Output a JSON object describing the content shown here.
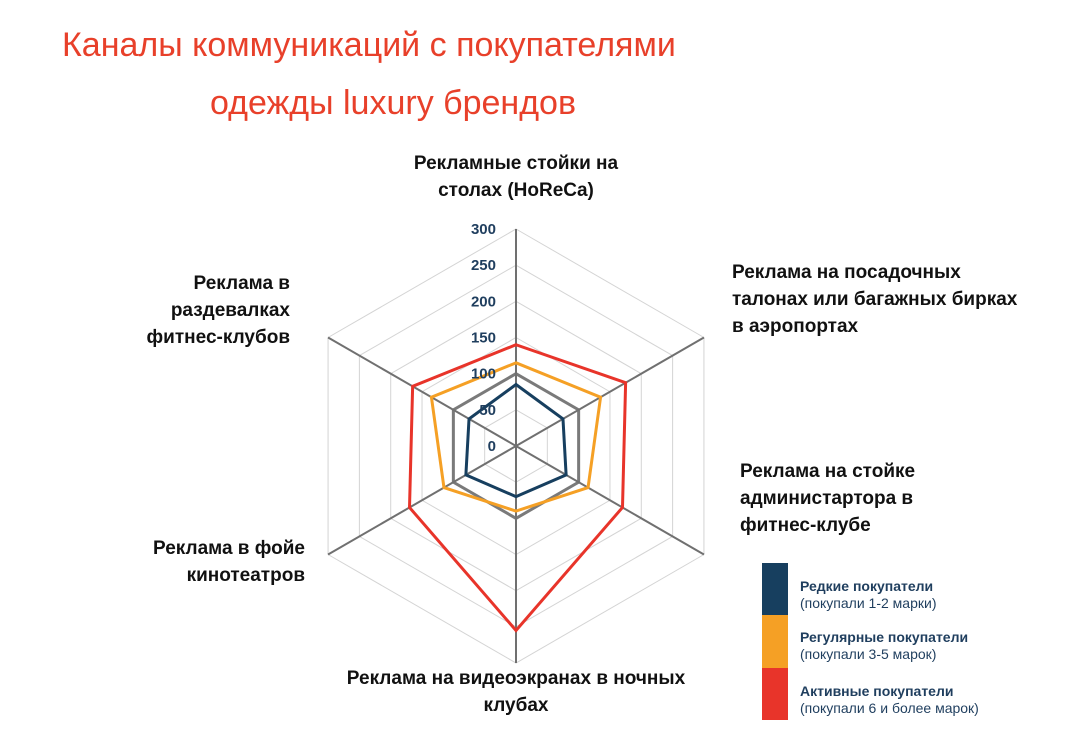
{
  "chart_data": {
    "type": "radar",
    "title_lines": [
      "Каналы коммуникаций с покупателями",
      "одежды luxury брендов"
    ],
    "categories": [
      "Рекламные стойки на столах (HoReCa)",
      "Реклама на посадочных талонах или багажных бирках в аэропортах",
      "Реклама на стойке администартора в фитнес-клубе",
      "Реклама на видеоэкранах в ночных клубах",
      "Реклама в фойе кинотеатров",
      "Реклама в раздевалках фитнес-клубов"
    ],
    "rlim": [
      0,
      300
    ],
    "ticks": [
      "0",
      "50",
      "100",
      "150",
      "200",
      "250",
      "300"
    ],
    "grid": true,
    "legend_position": "bottom-right",
    "series": [
      {
        "name": "Редкие покупатели",
        "note": "(покупали 1-2 марки)",
        "color": "#173f5f",
        "values": [
          85,
          75,
          80,
          70,
          80,
          75
        ]
      },
      {
        "name": "Регулярные покупатели",
        "note": "(покупали 3-5 марок)",
        "color": "#f5a025",
        "values": [
          115,
          135,
          115,
          90,
          115,
          135
        ]
      },
      {
        "name": "Активные покупатели",
        "note": "(покупали 6 и более марок)",
        "color": "#e8342a",
        "values": [
          140,
          175,
          170,
          255,
          170,
          165
        ]
      }
    ]
  }
}
